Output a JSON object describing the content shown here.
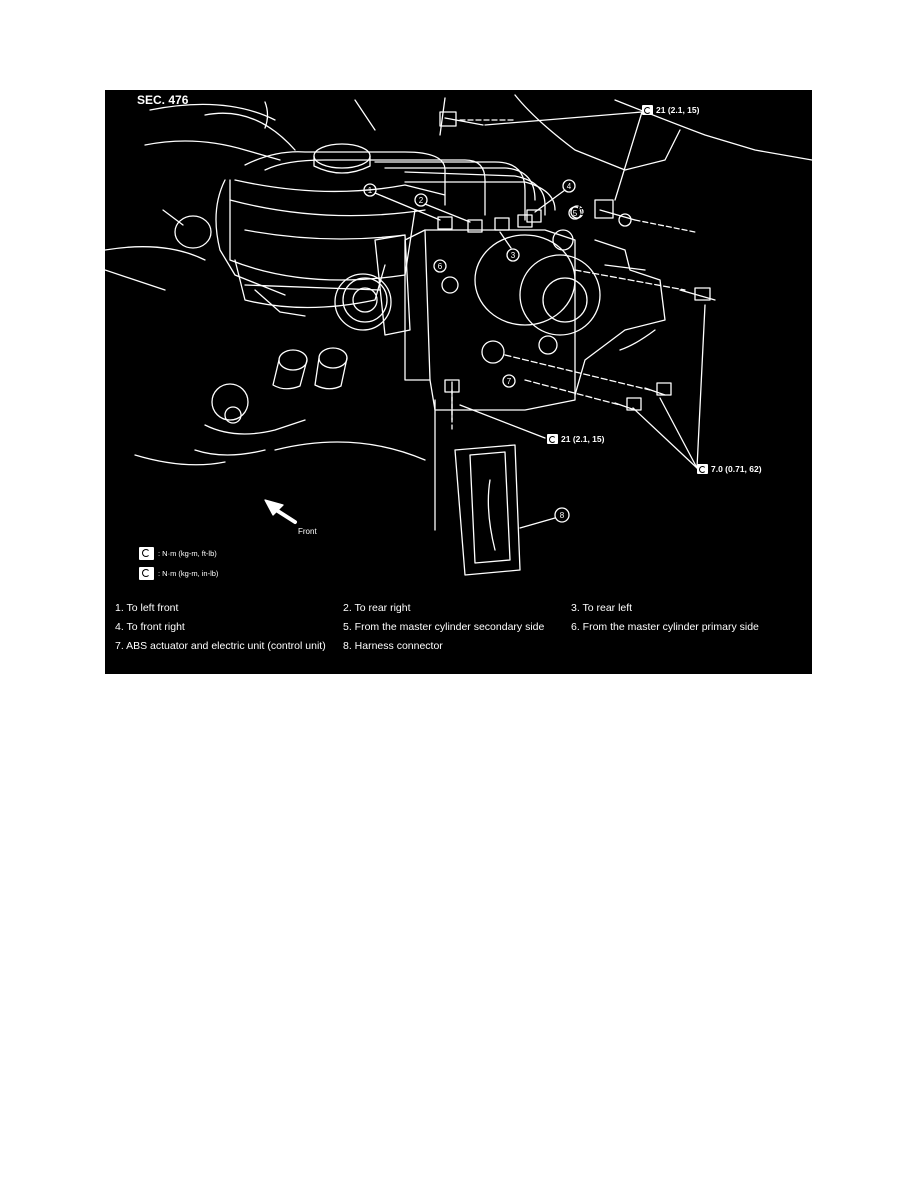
{
  "section_label": "SEC. 476",
  "torque_specs": {
    "top": "21 (2.1, 15)",
    "middle": "21 (2.1, 15)",
    "right": "7.0 (0.71, 62)"
  },
  "callouts": [
    "1",
    "2",
    "3",
    "4",
    "5",
    "6",
    "6",
    "7",
    "8"
  ],
  "direction_label": "Front",
  "legend": {
    "item1": ": N·m (kg-m, ft-lb)",
    "item2": ": N·m (kg-m, in-lb)"
  },
  "captions": [
    [
      "1. To left front",
      "2. To rear right",
      "3. To rear left"
    ],
    [
      "4. To front right",
      "5. From the master cylinder secondary side",
      "6. From the master cylinder primary side"
    ],
    [
      "7. ABS actuator and electric unit (control unit)",
      "8. Harness connector",
      ""
    ]
  ],
  "colors": {
    "background": "#000000",
    "foreground": "#ffffff"
  }
}
